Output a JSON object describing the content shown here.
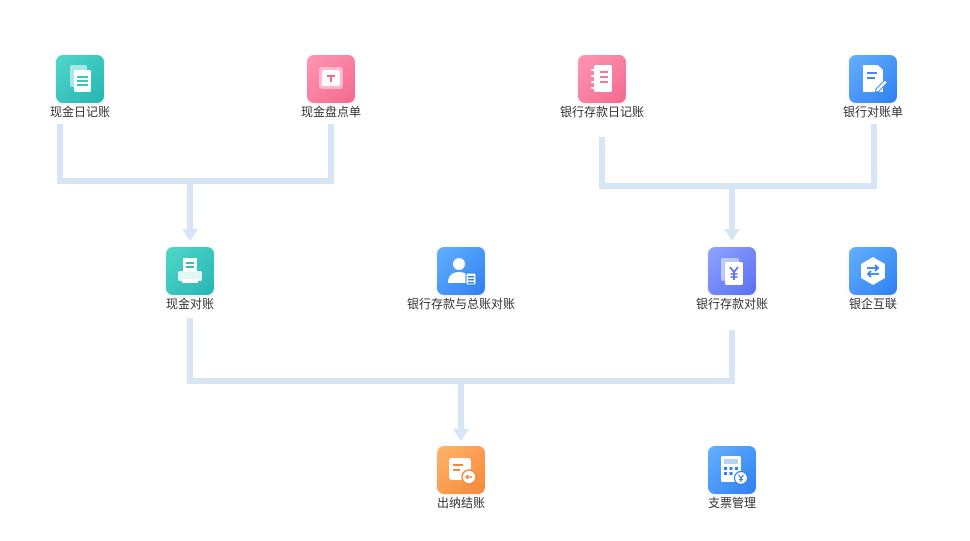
{
  "diagram": {
    "line_color": "#d6e6f4",
    "nodes": {
      "cash_journal": {
        "label": "现金日记账",
        "icon": "document-icon",
        "color": "#2fc0b8"
      },
      "cash_count_sheet": {
        "label": "现金盘点单",
        "icon": "count-sheet-icon",
        "color": "#f7779b"
      },
      "bank_deposit_journal": {
        "label": "银行存款日记账",
        "icon": "notebook-icon",
        "color": "#f7779b"
      },
      "bank_statement": {
        "label": "银行对账单",
        "icon": "signed-document-icon",
        "color": "#3d8af2"
      },
      "cash_reconciliation": {
        "label": "现金对账",
        "icon": "printer-icon",
        "color": "#2fc0b8"
      },
      "bank_gl_reconciliation": {
        "label": "银行存款与总账对账",
        "icon": "person-card-icon",
        "color": "#3d8af2"
      },
      "bank_deposit_reconciliation": {
        "label": "银行存款对账",
        "icon": "yen-pages-icon",
        "color": "#6a7ef2"
      },
      "bank_enterprise_link": {
        "label": "银企互联",
        "icon": "exchange-hexagon-icon",
        "color": "#3d8af2"
      },
      "cashier_closing": {
        "label": "出纳结账",
        "icon": "closing-icon",
        "color": "#f5913f"
      },
      "cheque_management": {
        "label": "支票管理",
        "icon": "cheque-calculator-icon",
        "color": "#3d8af2"
      }
    }
  }
}
